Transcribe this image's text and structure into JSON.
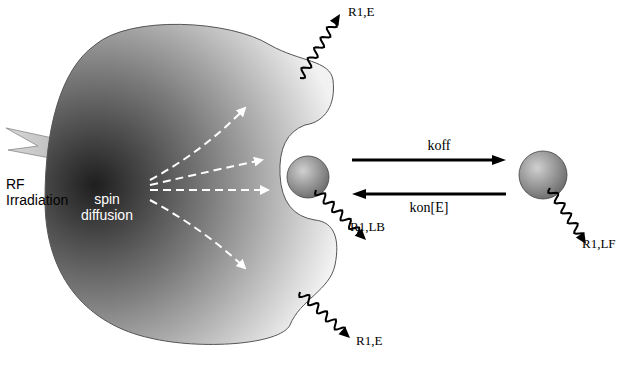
{
  "diagram": {
    "nodes": [
      {
        "text": [
          "spin diffusion"
        ]
      },
      {
        "text": [
          "R1,LB"
        ]
      },
      {
        "text": [
          "R1,LF"
        ]
      }
    ],
    "edges": [
      {
        "from": 1,
        "to": 2,
        "label": "koff",
        "arrow": "to"
      },
      {
        "from": 2,
        "to": 1,
        "label": "kon[E]",
        "arrow": "to"
      }
    ],
    "labels": [
      "RF Irradiation",
      "R1,E",
      "R1,E"
    ]
  }
}
